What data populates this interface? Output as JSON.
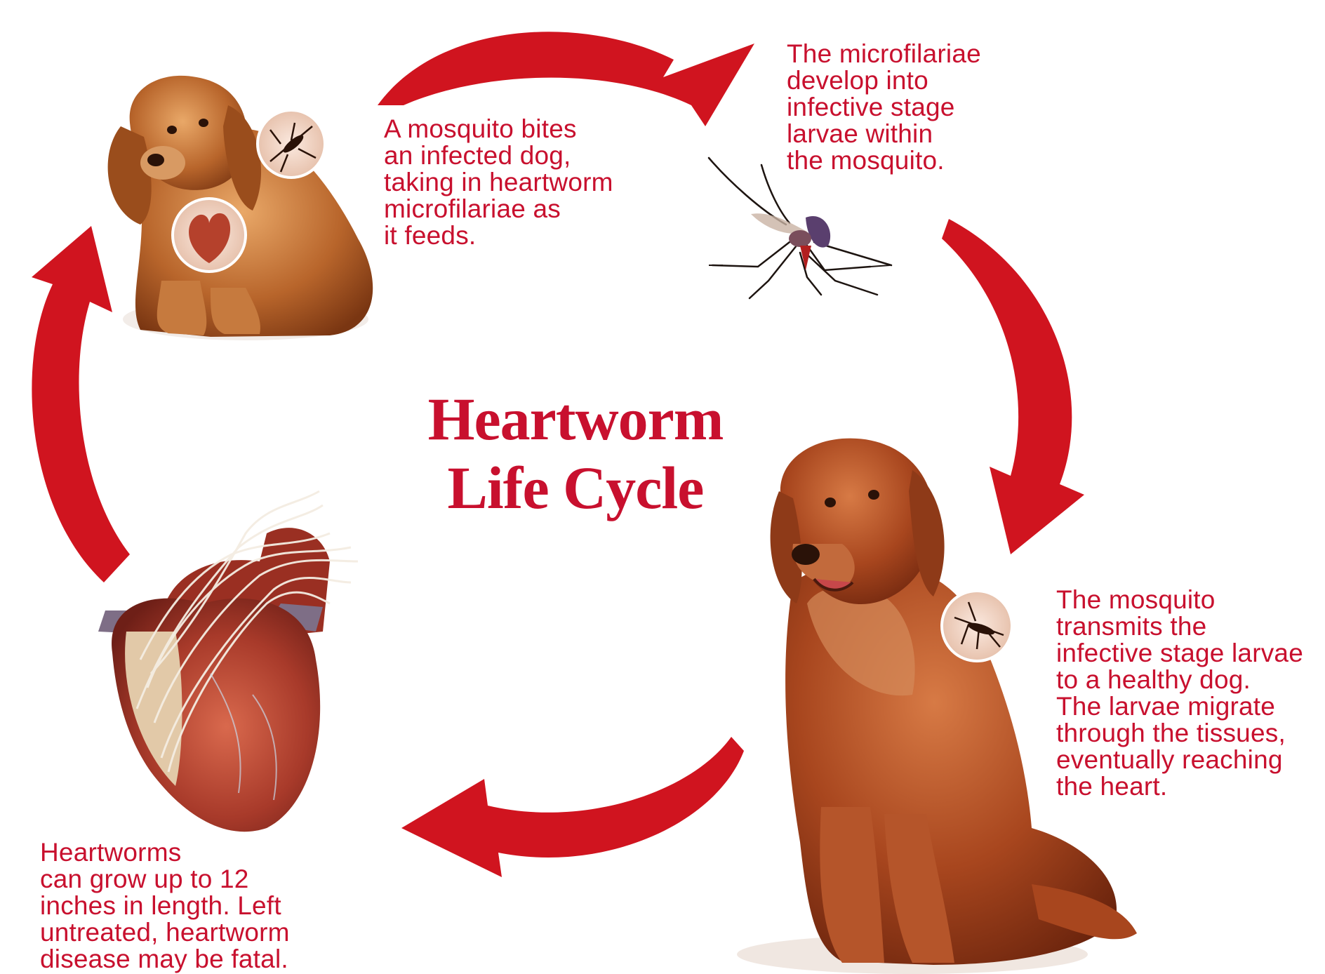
{
  "title": {
    "line1": "Heartworm",
    "line2": "Life Cycle"
  },
  "steps": [
    {
      "id": "infected-dog-bite",
      "text": "A mosquito bites\nan infected dog,\ntaking in heartworm\nmicrofilariae as\nit feeds."
    },
    {
      "id": "larvae-develop",
      "text": "The microfilariae\ndevelop into\ninfective stage\nlarvae within\nthe mosquito."
    },
    {
      "id": "transmit-larvae",
      "text": "The mosquito\ntransmits the\ninfective stage larvae\nto a healthy dog.\nThe larvae migrate\nthrough the tissues,\neventually reaching\nthe heart."
    },
    {
      "id": "heartworm-growth",
      "text": "Heartworms\ncan grow up to 12\ninches in length. Left\nuntreated, heartworm\ndisease may be fatal."
    }
  ],
  "colors": {
    "accent": "#c8102e",
    "arrow": "#d0141f",
    "cocker_fur": "#b8652b",
    "retriever_fur": "#a8461e",
    "heart": "#a83a2a"
  },
  "illustrations": [
    "cocker-spaniel",
    "mosquito",
    "golden-retriever",
    "infected-heart"
  ]
}
